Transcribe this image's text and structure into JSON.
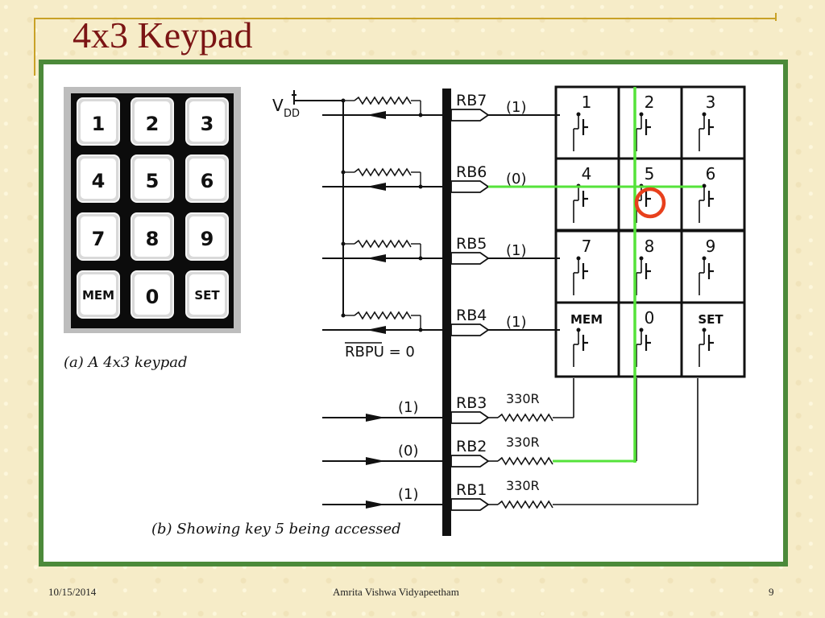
{
  "slide": {
    "title": "4x3 Keypad",
    "footer_date": "10/15/2014",
    "footer_center": "Amrita Vishwa Vidyapeetham",
    "page_number": "9"
  },
  "colors": {
    "title": "#7b1414",
    "panel_border": "#4c8a3a",
    "highlight_path": "#55e33a",
    "key_circle": "#e8401c",
    "slide_frame": "#c9a227"
  },
  "diagram": {
    "keypad_photo_keys": [
      "1",
      "2",
      "3",
      "4",
      "5",
      "6",
      "7",
      "8",
      "9",
      "MEM",
      "0",
      "SET"
    ],
    "caption_a": "(a) A 4x3  keypad",
    "caption_b": "(b) Showing  key 5  being  accessed",
    "vdd_label": "V",
    "vdd_sub": "DD",
    "rbpu_label": "RBPU = 0",
    "rows": [
      {
        "pin": "RB7",
        "value": "(1)"
      },
      {
        "pin": "RB6",
        "value": "(0)"
      },
      {
        "pin": "RB5",
        "value": "(1)"
      },
      {
        "pin": "RB4",
        "value": "(1)"
      }
    ],
    "columns": [
      {
        "pin": "RB3",
        "value": "(1)",
        "resistor": "330R"
      },
      {
        "pin": "RB2",
        "value": "(0)",
        "resistor": "330R"
      },
      {
        "pin": "RB1",
        "value": "(1)",
        "resistor": "330R"
      }
    ],
    "matrix_keys": [
      "1",
      "2",
      "3",
      "4",
      "5",
      "6",
      "7",
      "8",
      "9",
      "MEM",
      "0",
      "SET"
    ],
    "accessed_key": "5"
  }
}
